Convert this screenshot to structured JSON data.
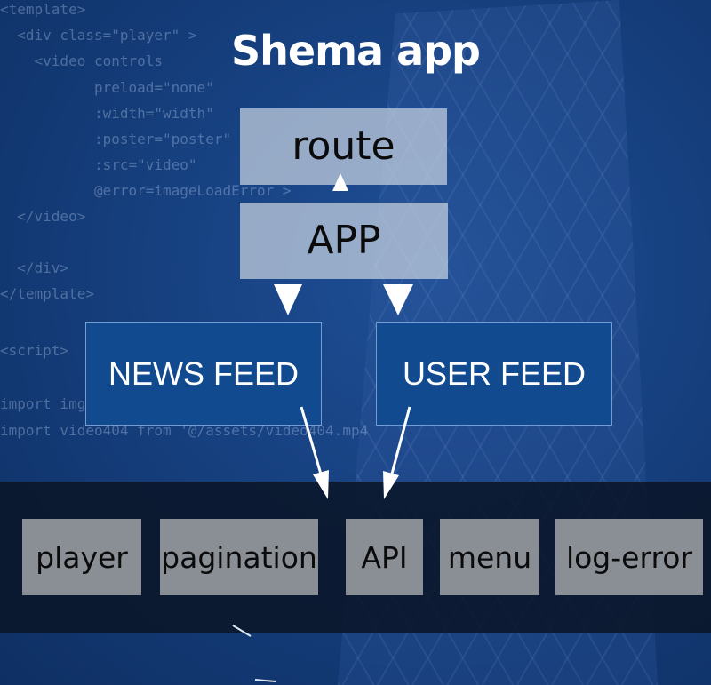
{
  "title": "Shema app",
  "background_code_lines": [
    "<template>",
    "  <div class=\"player\" >",
    "    <video controls",
    "           preload=\"none\"",
    "           :width=\"width\"",
    "           :poster=\"poster\"",
    "           :src=\"video\"",
    "           @error=imageLoadError >",
    "  </video>",
    "",
    "  </div>",
    "</template>",
    "",
    "<script>",
    "",
    "import img",
    "import video404 from '@/assets/video404.mp4"
  ],
  "nodes": {
    "route": "route",
    "app": "APP",
    "news_feed": "NEWS FEED",
    "user_feed": "USER FEED"
  },
  "modules": [
    "player",
    "pagination",
    "API",
    "menu",
    "log-error"
  ],
  "colors": {
    "background": "#16407f",
    "feed_box": "#124a90",
    "module_box": "#8a8f96",
    "band": "#0a1628",
    "arrow": "#ffffff"
  }
}
